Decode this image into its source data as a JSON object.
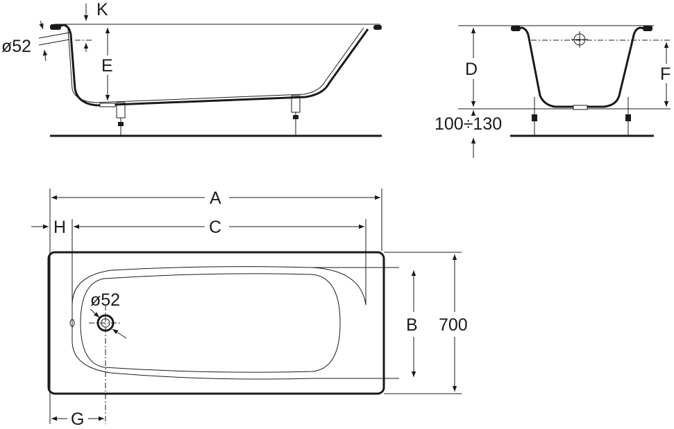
{
  "side_view": {
    "label_k": "K",
    "label_overflow": "ø52",
    "label_e": "E"
  },
  "end_view": {
    "label_d": "D",
    "label_f": "F",
    "label_leg_height": "100÷130"
  },
  "top_view": {
    "label_a": "A",
    "label_h": "H",
    "label_c": "C",
    "label_drain": "ø52",
    "label_b": "B",
    "label_width": "700",
    "label_g": "G"
  }
}
